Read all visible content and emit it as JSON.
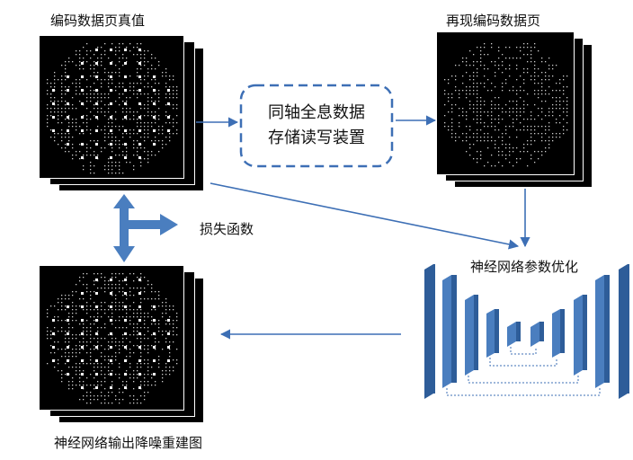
{
  "labels": {
    "top_left": "编码数据页真值",
    "top_right": "再现编码数据页",
    "device_line1": "同轴全息数据",
    "device_line2": "存储读写装置",
    "loss": "损失函数",
    "network": "神经网络参数优化",
    "bottom_left": "神经网络输出降噪重建图"
  },
  "colors": {
    "arrow": "#3d6fb5",
    "box_border": "#3d6fb5",
    "block_face": "#4a7ebf",
    "block_dark": "#2e5d99"
  }
}
